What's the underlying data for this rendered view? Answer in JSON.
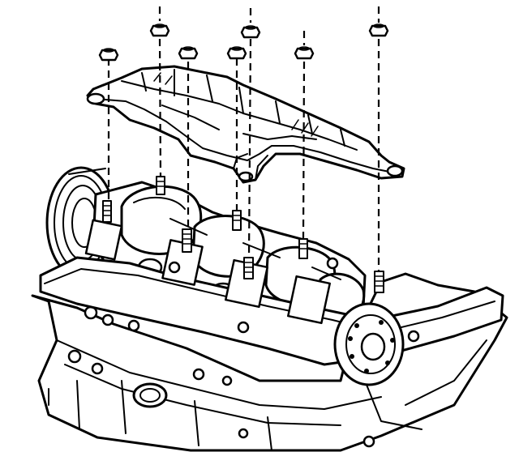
{
  "figure": {
    "background_color": "#ffffff",
    "ink_color": "#000000",
    "parts": [
      "oil-deflector-shield",
      "shield-retaining-nut",
      "main-bearing-cap-stud",
      "crankshaft",
      "crankshaft-pulley",
      "engine-block",
      "flywheel-flange"
    ],
    "nut_count": 7
  }
}
